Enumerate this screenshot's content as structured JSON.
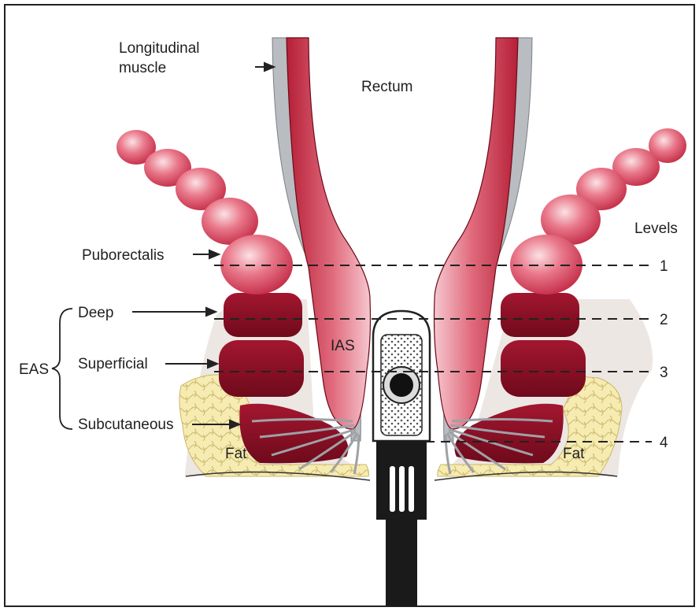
{
  "labels": {
    "longitudinal_line1": "Longitudinal",
    "longitudinal_line2": "muscle",
    "rectum": "Rectum",
    "levels_heading": "Levels",
    "puborectalis": "Puborectalis",
    "deep": "Deep",
    "eas": "EAS",
    "superficial": "Superficial",
    "subcutaneous": "Subcutaneous",
    "ias": "IAS",
    "fat_left": "Fat",
    "fat_right": "Fat"
  },
  "levels": [
    "1",
    "2",
    "3",
    "4"
  ],
  "colors": {
    "muscle_light": "#e8808f",
    "muscle_mid": "#c92c44",
    "muscle_dark": "#8a0f24",
    "longitudinal_grey": "#b9bcc0",
    "fat_yellow": "#f4e7a6",
    "skin": "#ece6e2",
    "probe_black": "#1a1a1a"
  }
}
